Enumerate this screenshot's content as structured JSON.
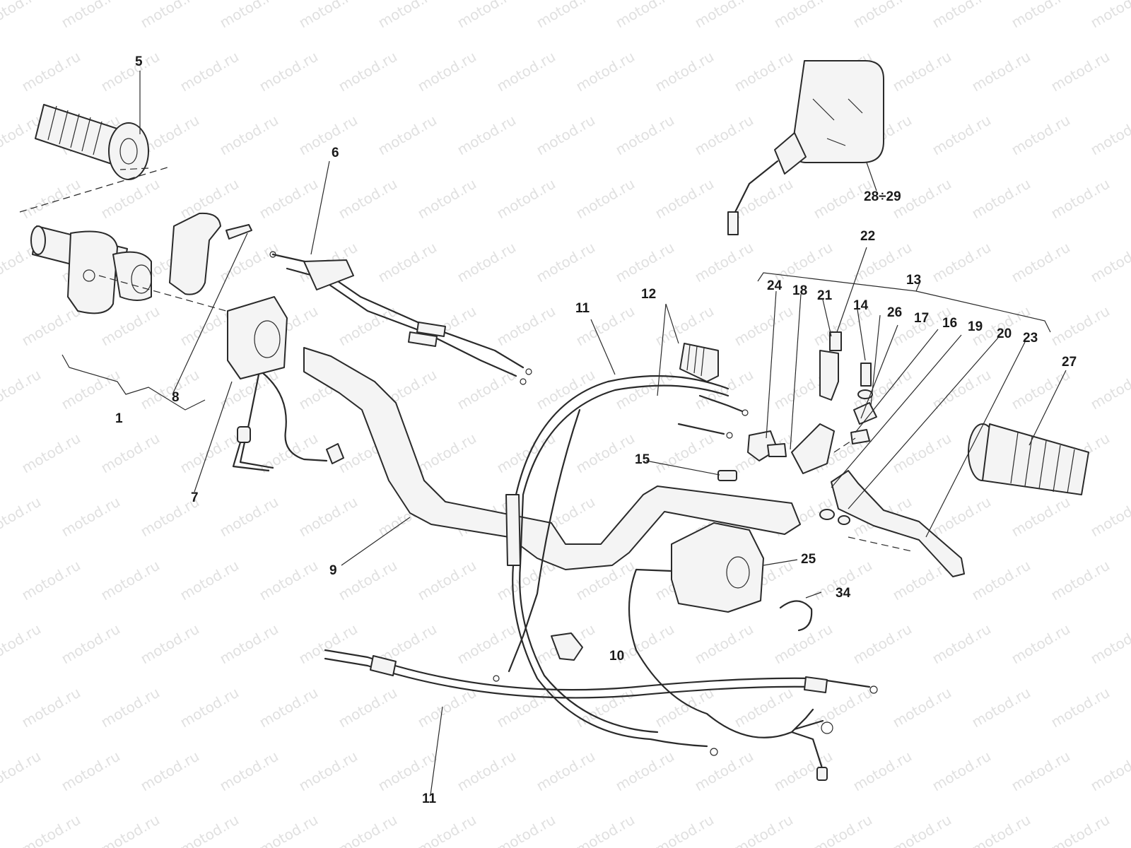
{
  "watermark": "motod.ru",
  "callouts": [
    "1",
    "5",
    "6",
    "7",
    "8",
    "9",
    "10",
    "11",
    "11",
    "12",
    "13",
    "14",
    "15",
    "16",
    "17",
    "18",
    "19",
    "20",
    "21",
    "22",
    "23",
    "24",
    "25",
    "26",
    "27",
    "28÷29",
    "34"
  ]
}
